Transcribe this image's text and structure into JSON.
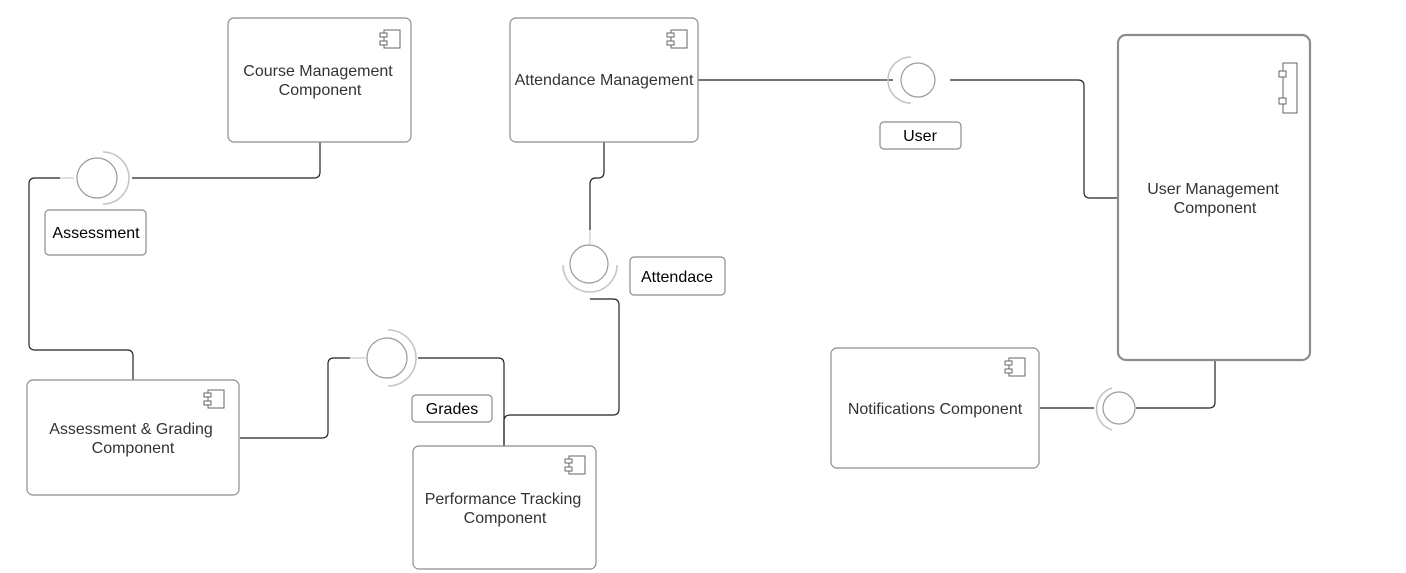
{
  "components": {
    "course": {
      "line1": "Course Management",
      "line2": "Component"
    },
    "attendance": {
      "line1": "Attendance Management"
    },
    "user": {
      "line1": "User Management",
      "line2": "Component"
    },
    "assessment_grading": {
      "line1": "Assessment & Grading",
      "line2": "Component"
    },
    "performance": {
      "line1": "Performance Tracking",
      "line2": "Component"
    },
    "notifications": {
      "line1": "Notifications Component"
    }
  },
  "interfaces": {
    "assessment": "Assessment",
    "user": "User",
    "attendance": "Attendace",
    "grades": "Grades"
  },
  "icons": {
    "component": "component-icon"
  },
  "colors": {
    "box_stroke": "#8c8c8c",
    "wire": "#222222",
    "text": "#333333"
  }
}
